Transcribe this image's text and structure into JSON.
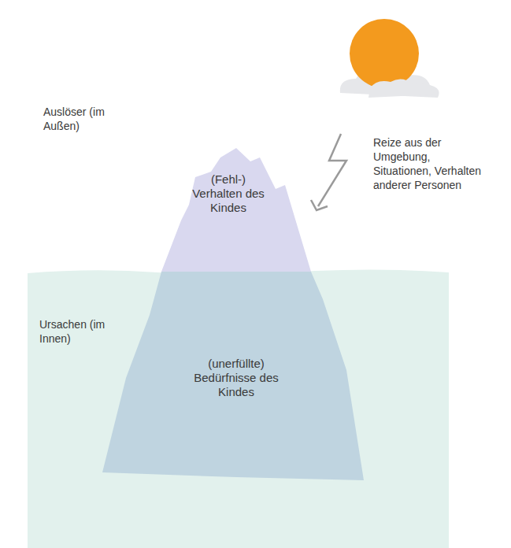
{
  "diagram": {
    "nodes": [
      {
        "text": [
          "(Fehl-) Verhalten des Kindes"
        ]
      },
      {
        "text": [
          "(unerfüllte) Bedürfnisse des Kindes"
        ]
      }
    ],
    "labels": [
      "Auslöser (im Außen)",
      "Reize aus der Umgebung, Situationen, Verhalten anderer Personen",
      "Ursachen (im Innen)"
    ]
  }
}
